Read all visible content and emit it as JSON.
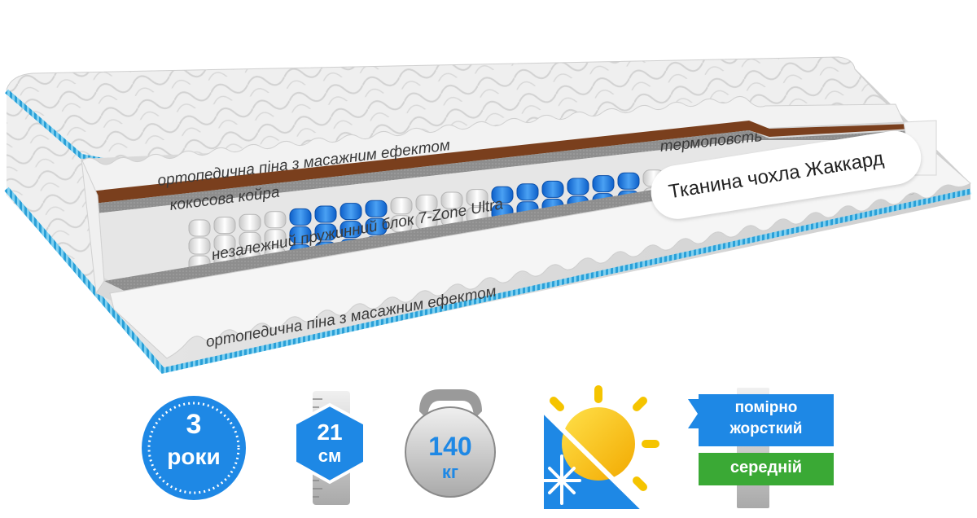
{
  "layers": {
    "top_foam": "ортопедична піна з масажним ефектом",
    "coir": "кокосова койра",
    "springs": "незалежний пружинний блок 7-Zone Ultra",
    "felt": "термоповсть",
    "bottom_foam": "ортопедична піна з масажним ефектом",
    "cover": "Тканина чохла Жаккард"
  },
  "badges": {
    "warranty": {
      "value": "3",
      "unit": "роки"
    },
    "height": {
      "value": "21",
      "unit": "см"
    },
    "weight": {
      "value": "140",
      "unit": "кг"
    },
    "firmness": {
      "top": "помірно жорсткий",
      "bottom": "середній"
    }
  },
  "icons": {
    "warranty": "warranty-badge-icon",
    "height": "ruler-hexagon-icon",
    "weight": "kettlebell-icon",
    "season": "sun-snowflake-icon",
    "firmness": "firmness-ribbon-icon"
  },
  "colors": {
    "accent_blue": "#1e88e5",
    "spring_blue": "#2b7fe0",
    "coir_brown": "#7a3f1d",
    "green": "#3aa935",
    "sun_yellow": "#f5c400"
  }
}
